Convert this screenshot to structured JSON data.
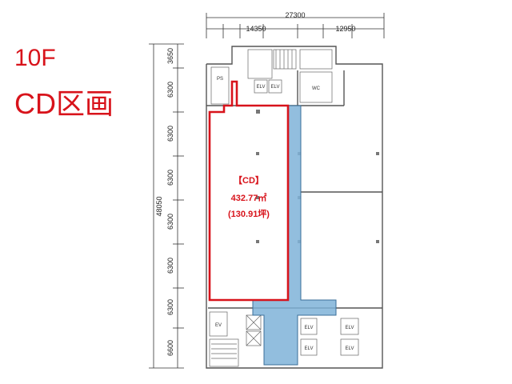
{
  "title": {
    "floor": "10F",
    "section": "CD区画"
  },
  "dimensions": {
    "total_width": "27300",
    "width_segments": [
      "14350",
      "12950"
    ],
    "total_depth": "48050",
    "depth_segments": [
      "3650",
      "6300",
      "6300",
      "6300",
      "6300",
      "6300",
      "6300",
      "6600"
    ]
  },
  "zone": {
    "label": "【CD】",
    "area_m2": "432.77㎡",
    "area_tsubo": "(130.91坪)"
  },
  "room_labels": {
    "elv": "ELV",
    "wc": "WC",
    "ps": "PS",
    "ev": "EV"
  },
  "colors": {
    "highlight_red": "#d8131b",
    "corridor_blue": "#7fb3d8",
    "wall": "#555555"
  }
}
